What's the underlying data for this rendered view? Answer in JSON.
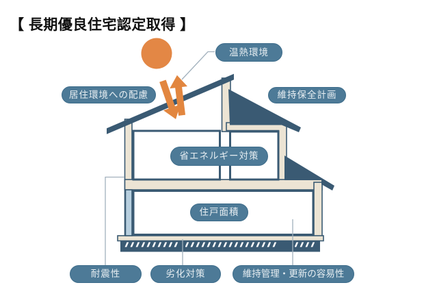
{
  "title": "【 長期優良住宅認定取得 】",
  "diagram": {
    "type": "house-cross-section",
    "labels": {
      "thermal_environment": "温熱環境",
      "living_environment": "居住環境への配慮",
      "maintenance_plan": "維持保全計画",
      "energy_saving": "省エネルギー対策",
      "dwelling_area": "住戸面積",
      "earthquake_resistance": "耐震性",
      "deterioration_measures": "劣化対策",
      "maintainability": "維持管理・更新の容易性"
    },
    "icons": {
      "sun": "sun-icon",
      "heat_flow": "up-down-arrows-icon"
    },
    "colors": {
      "structure_dark_blue": "#3a5a73",
      "wall_cream": "#ece4d4",
      "label_pill_blue": "#4d7a97",
      "label_pill_border": "#3d6c8a",
      "label_text": "#e7eef2",
      "accent_orange": "#e2863f",
      "pillar_light_blue": "#b7cfdf",
      "connector_line": "#a2b1bd",
      "background": "#ffffff",
      "title_color": "#111111"
    }
  }
}
